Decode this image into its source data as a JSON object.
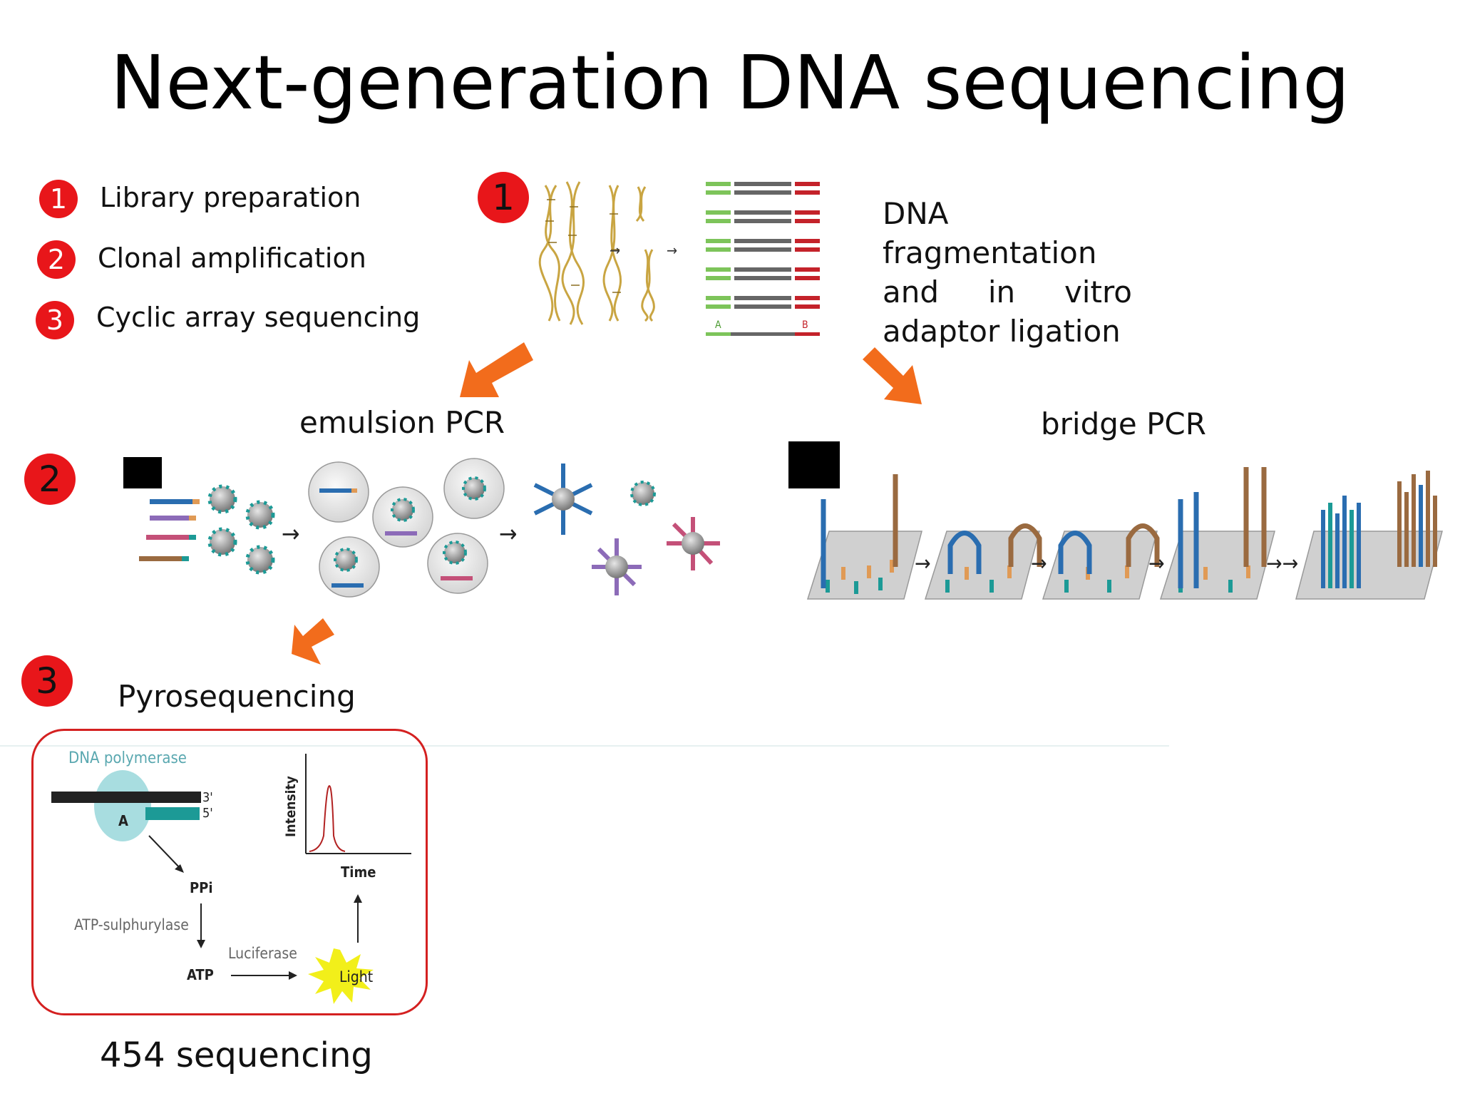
{
  "title": "Next-generation DNA sequencing",
  "steps": [
    {
      "num": "1",
      "label": "Library preparation"
    },
    {
      "num": "2",
      "label": "Clonal amplification"
    },
    {
      "num": "3",
      "label": "Cyclic array sequencing"
    }
  ],
  "step_badges": {
    "one": "1",
    "two": "2",
    "three": "3"
  },
  "library_fig": {
    "adaptor_a": "A",
    "adaptor_b": "B"
  },
  "fragmentation_text": {
    "line1": "DNA",
    "line2": "fragmentation",
    "line3_words": [
      "and",
      "in",
      "vitro"
    ],
    "line4": "adaptor ligation"
  },
  "emulsion_pcr_label": "emulsion PCR",
  "bridge_pcr_label": "bridge PCR",
  "pyrosequencing_label": "Pyrosequencing",
  "pyro_diagram": {
    "polymerase": "DNA polymerase",
    "base": "A",
    "end_3": "3'",
    "end_5": "5'",
    "ppi": "PPi",
    "sulphurylase": "ATP-sulphurylase",
    "atp": "ATP",
    "luciferase": "Luciferase",
    "light": "Light",
    "y_axis": "Intensity",
    "x_axis": "Time"
  },
  "caption_454": "454 sequencing",
  "colors": {
    "badge_red": "#e8161a",
    "arrow_orange": "#f26c1c",
    "box_border": "#d42020",
    "teal": "#1c9a96",
    "dna_gold": "#c9a542",
    "green_adaptor": "#7dc45a",
    "red_adaptor": "#c4222a"
  }
}
